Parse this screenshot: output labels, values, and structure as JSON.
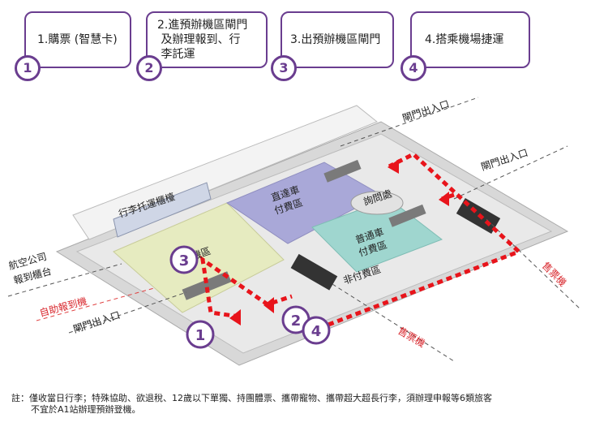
{
  "steps": [
    {
      "num": "1",
      "label": "1.購票 (智慧卡)"
    },
    {
      "num": "2",
      "label": "2.進預辦機區閘門\n 及辦理報到、行\n 李託運"
    },
    {
      "num": "3",
      "label": "3.出預辦機區閘門"
    },
    {
      "num": "4",
      "label": "4.搭乘機場捷運"
    }
  ],
  "map": {
    "baggage_counter": "行李托運櫃檯",
    "airline_checkin_1": "航空公司",
    "airline_checkin_2": "報到櫃台",
    "self_checkin": "自助報到機",
    "gate_entrance_top": "閘門出入口",
    "gate_entrance_right": "閘門出入口",
    "gate_entrance_bottom": "閘門出入口",
    "express_paid_1": "直達車",
    "express_paid_2": "付費區",
    "info_desk": "詢問處",
    "commuter_paid_1": "普通車",
    "commuter_paid_2": "付費區",
    "unpaid_area": "非付費區",
    "ticket_machine_right": "售票機",
    "ticket_machine_bottom": "售票機",
    "checkin_area_fragment": "機區",
    "marker_1": "1",
    "marker_2": "2",
    "marker_3": "3",
    "marker_4": "4"
  },
  "colors": {
    "accent_purple": "#6a3d8f",
    "route_red": "#e8141b",
    "express_zone": "#a9a8d8",
    "commuter_zone": "#9fd6cf",
    "checkin_zone": "#e6ebc0"
  },
  "note": {
    "line1": "註：僅收當日行李；特殊協助、欲退稅、12歲以下單獨、持團體票、攜帶寵物、攜帶超大超長行李，須辦理申報等6類旅客",
    "line2": "不宜於A1站辦理預辦登機。"
  }
}
